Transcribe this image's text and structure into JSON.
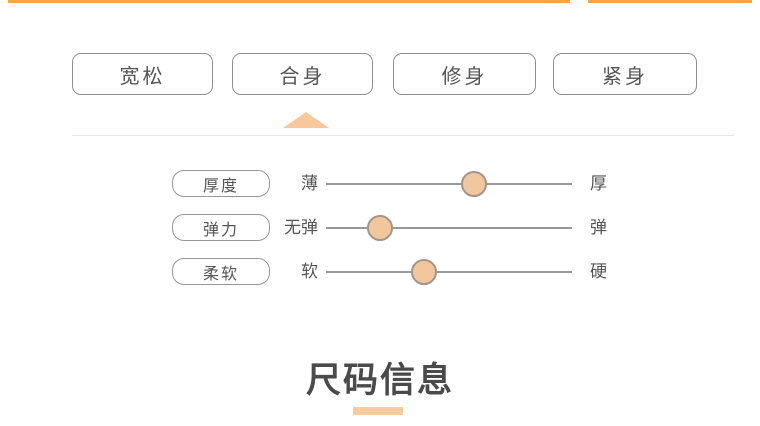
{
  "colors": {
    "top_accent": "#ffa240",
    "peach_accent": "#f8c89d",
    "knob_fill": "#f2c79e",
    "knob_border": "#a2968a",
    "track_gray": "#999999",
    "button_border": "#8f8f8f",
    "text_gray": "#555555",
    "title_gray": "#4a4a4a",
    "divider_gray": "#e6e6e6"
  },
  "fit_tabs": {
    "items": [
      {
        "label": "宽松",
        "selected": false
      },
      {
        "label": "合身",
        "selected": true
      },
      {
        "label": "修身",
        "selected": false
      },
      {
        "label": "紧身",
        "selected": false
      }
    ]
  },
  "attributes": {
    "rows": [
      {
        "name": "厚度",
        "left_label": "薄",
        "right_label": "厚",
        "value_percent": 60
      },
      {
        "name": "弹力",
        "left_label": "无弹",
        "right_label": "弹",
        "value_percent": 22
      },
      {
        "name": "柔软",
        "left_label": "软",
        "right_label": "硬",
        "value_percent": 40
      }
    ]
  },
  "section": {
    "title": "尺码信息"
  }
}
